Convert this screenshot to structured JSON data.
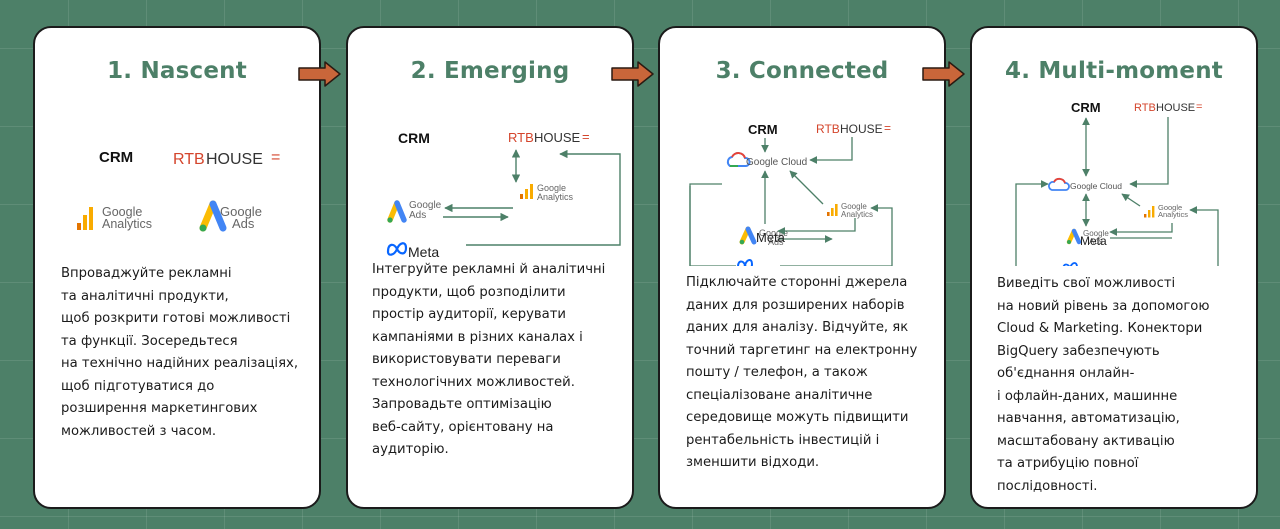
{
  "colors": {
    "background": "#4d8068",
    "title": "#4d8068",
    "arrow": "#c9663a",
    "card": "#ffffff",
    "border": "#1b1b1b"
  },
  "logos": {
    "crm": "CRM",
    "rtb": "RTB",
    "house": "HOUSE",
    "google": "Google",
    "analytics": "Analytics",
    "ads": "Ads",
    "cloud": "Google Cloud",
    "meta": "Meta"
  },
  "stages": [
    {
      "title": "1. Nascent",
      "description": "Впроваджуйте рекламні\nта аналітичні продукти,\nщоб розкрити готові можливості\nта функції. Зосередьтеся\nна технічно надійних реалізаціях,\nщоб підготуватися до\nрозширення маркетингових\nможливостей з часом."
    },
    {
      "title": "2. Emerging",
      "description": "Інтегруйте рекламні й аналітичні\nпродукти, щоб розподілити\nпростір аудиторії, керувати\nкампаніями в різних каналах і\nвикористовувати переваги\nтехнологічних можливостей.\nЗапровадьте оптимізацію\nвеб-сайту, орієнтовану на\nаудиторію."
    },
    {
      "title": "3. Connected",
      "description": "Підключайте сторонні джерела\nданих для розширених наборів\nданих для аналізу. Відчуйте, як\nточний таргетинг на електронну\nпошту / телефон, а також\nспеціалізоване аналітичне\nсередовище можуть підвищити\nрентабельність інвестицій і\nзменшити відходи."
    },
    {
      "title": "4. Multi-moment",
      "description": "Виведіть свої можливості\nна новий рівень за допомогою\nCloud & Marketing. Конектори\nBigQuery забезпечують\nоб'єднання онлайн-\nі офлайн-даних, машинне\nнавчання, автоматизацію,\nмасштабовану активацію\nта атрибуцію повної\nпослідовності."
    }
  ]
}
